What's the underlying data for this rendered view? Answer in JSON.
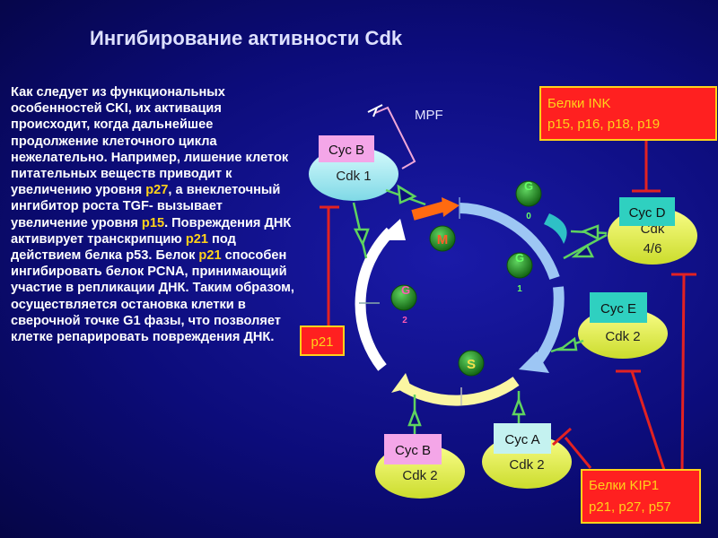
{
  "title": "Ингибирование активности Cdk",
  "description": {
    "part1": "Как следует из функциональных особенностей CKI, их активация происходит, когда дальнейшее продолжение клеточного цикла нежелательно. Например, лишение клеток питательных веществ приводит к увеличению уровня ",
    "p27": "p27",
    "part2": ", а внеклеточный ингибитор роста TGF- вызывает увеличение уровня ",
    "p15": "p15",
    "part3": ". Повреждения ДНК активирует транскрипцию ",
    "p21a": "p21",
    "part4": " под действием белка p53. Белок ",
    "p21b": "p21",
    "part5": " способен ингибировать белок PCNA, принимающий участие в репликации ДНК. Таким образом, осуществляется остановка клетки в сверочной точке G1 фазы, что позволяет клетке репарировать повреждения ДНК."
  },
  "diagram": {
    "mpf_label": "MPF",
    "ink_box": {
      "line1": "Белки INK",
      "line2": "p15, p16, p18, p19"
    },
    "kip_box": {
      "line1": "Белки KIP1",
      "line2": "p21, p27, p57"
    },
    "p21_box": "p21",
    "complexes": {
      "cycb_cdk1": {
        "cyclin": "Cyc B",
        "cdk": "Cdk 1"
      },
      "cycd_cdk46": {
        "cyclin": "Cyc D",
        "cdk_line1": "Cdk",
        "cdk_line2": "4/6"
      },
      "cyce_cdk2": {
        "cyclin": "Cyc E",
        "cdk": "Cdk 2"
      },
      "cyca_cdk2": {
        "cyclin": "Cyc A",
        "cdk": "Cdk 2"
      },
      "cycb_cdk2": {
        "cyclin": "Cyc B",
        "cdk": "Cdk 2"
      }
    },
    "phases": {
      "m": "M",
      "g0": "G",
      "g0_sub": "0",
      "g1": "G",
      "g1_sub": "1",
      "s": "S",
      "g2": "G",
      "g2_sub": "2"
    }
  },
  "colors": {
    "background": "#0c0c7a",
    "title": "#dde0ff",
    "highlight": "#ffd21a",
    "inhibitor_red": "#e22222",
    "phase_green": "#1f8a1f",
    "cyclin_pink": "#f4a6e8",
    "cdk_cyan": "#bdf2f4",
    "cdk_yellow": "#eef25a"
  }
}
